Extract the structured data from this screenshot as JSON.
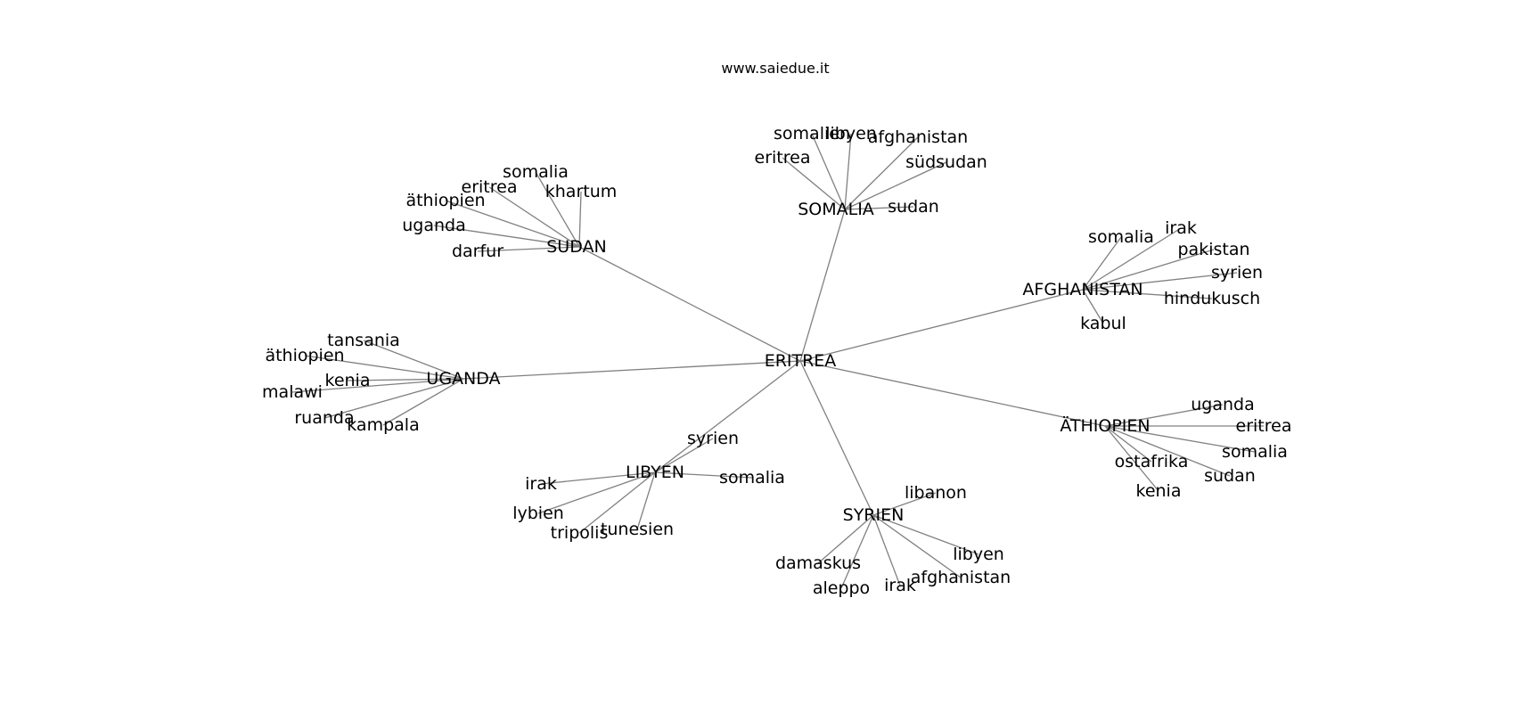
{
  "title": "www.saiedue.it",
  "style": {
    "edge_color": "#808080",
    "text_color": "#000000",
    "background": "#ffffff"
  },
  "graph": {
    "center": "ERITREA",
    "clusters": [
      {
        "hub": "SOMALIA",
        "leaves": [
          "somalien",
          "libyen",
          "afghanistan",
          "eritrea",
          "südsudan",
          "sudan"
        ]
      },
      {
        "hub": "SUDAN",
        "leaves": [
          "somalia",
          "eritrea",
          "khartum",
          "äthiopien",
          "uganda",
          "darfur"
        ]
      },
      {
        "hub": "AFGHANISTAN",
        "leaves": [
          "somalia",
          "irak",
          "pakistan",
          "syrien",
          "hindukusch",
          "kabul"
        ]
      },
      {
        "hub": "UGANDA",
        "leaves": [
          "tansania",
          "äthiopien",
          "kenia",
          "malawi",
          "ruanda",
          "kampala"
        ]
      },
      {
        "hub": "ÄTHIOPIEN",
        "leaves": [
          "uganda",
          "eritrea",
          "somalia",
          "ostafrika",
          "sudan",
          "kenia"
        ]
      },
      {
        "hub": "LIBYEN",
        "leaves": [
          "syrien",
          "irak",
          "somalia",
          "lybien",
          "tripolis",
          "tunesien"
        ]
      },
      {
        "hub": "SYRIEN",
        "leaves": [
          "libanon",
          "libyen",
          "damaskus",
          "afghanistan",
          "aleppo",
          "irak"
        ]
      }
    ]
  }
}
